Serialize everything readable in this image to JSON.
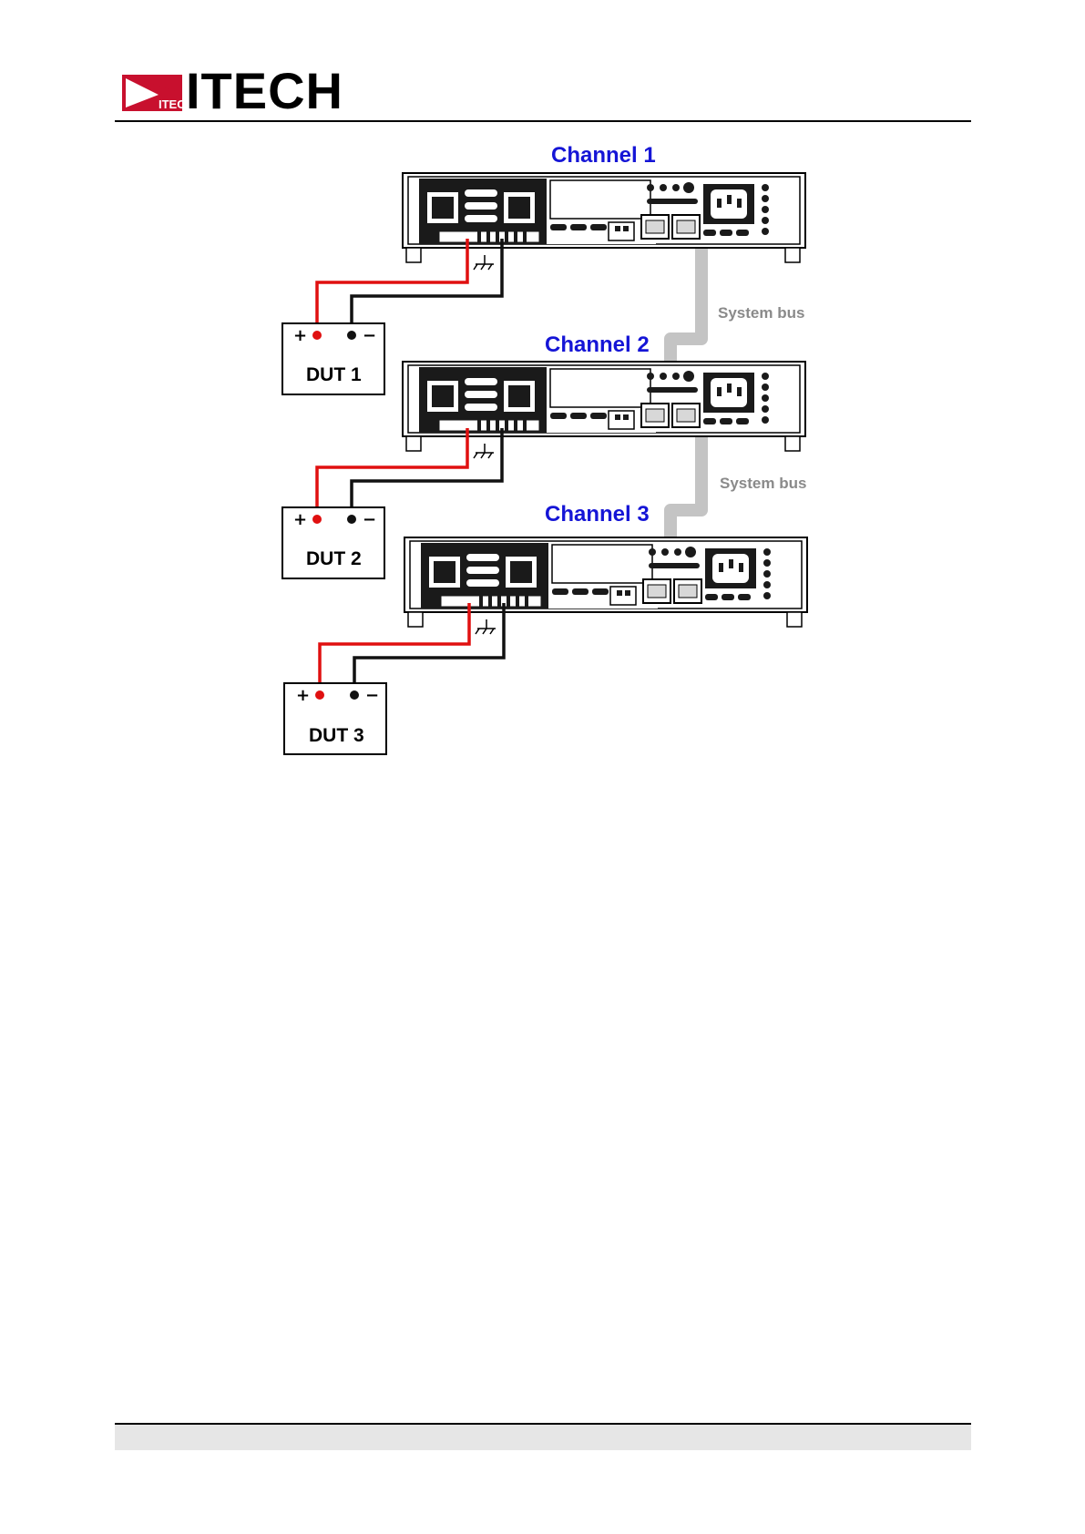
{
  "logo": {
    "badge_text": "ITECH",
    "brand_text": "ITECH",
    "colors": {
      "badge": "#c8102e",
      "text": "#000000"
    }
  },
  "diagram": {
    "channels": [
      {
        "label": "Channel 1"
      },
      {
        "label": "Channel 2"
      },
      {
        "label": "Channel 3"
      }
    ],
    "bus_labels": [
      "System bus",
      "System bus"
    ],
    "duts": [
      {
        "label": "DUT 1",
        "plus": "+",
        "minus": "−"
      },
      {
        "label": "DUT 2",
        "plus": "+",
        "minus": "−"
      },
      {
        "label": "DUT 3",
        "plus": "+",
        "minus": "−"
      }
    ],
    "colors": {
      "channel_title": "#1515d6",
      "positive_wire": "#e01010",
      "negative_wire": "#111111",
      "system_bus": "#c4c4c4",
      "bus_label": "#8a8a8a"
    }
  }
}
